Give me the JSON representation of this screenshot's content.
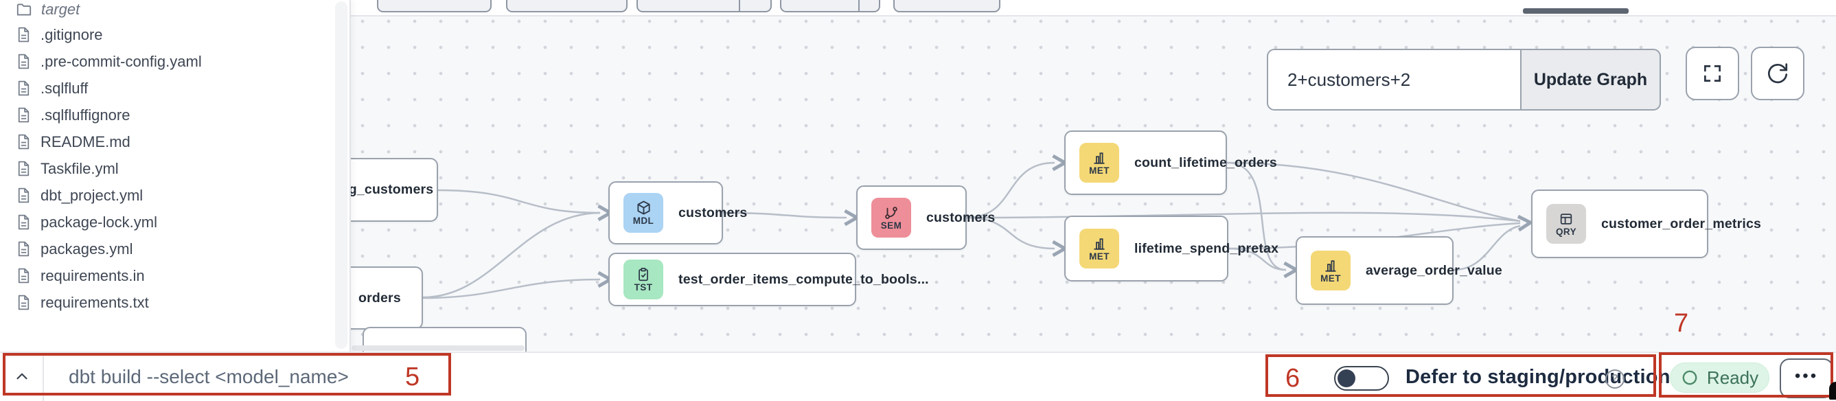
{
  "colors": {
    "annotation_red": "#bf3726",
    "canvas_bg": "#f7f8fa",
    "node_border": "#9aa2ad",
    "edge": "#b7bec8",
    "badge_mdl_bg": "#abd3f4",
    "badge_tst_bg": "#a7e7c1",
    "badge_sem_bg": "#ee8e98",
    "badge_met_bg": "#f4d876",
    "badge_qry_bg": "#d8d6d4",
    "ready_bg": "#def4e6",
    "ready_text": "#3c7258",
    "toggle_knob": "#344054"
  },
  "file_tree": {
    "items": [
      {
        "label": "target",
        "type": "folder",
        "icon": "folder-icon"
      },
      {
        "label": ".gitignore",
        "type": "file",
        "icon": "document-icon"
      },
      {
        "label": ".pre-commit-config.yaml",
        "type": "file",
        "icon": "document-icon"
      },
      {
        "label": ".sqlfluff",
        "type": "file",
        "icon": "document-icon"
      },
      {
        "label": ".sqlfluffignore",
        "type": "file",
        "icon": "document-icon"
      },
      {
        "label": "README.md",
        "type": "file",
        "icon": "document-icon"
      },
      {
        "label": "Taskfile.yml",
        "type": "file",
        "icon": "document-icon"
      },
      {
        "label": "dbt_project.yml",
        "type": "file",
        "icon": "document-icon"
      },
      {
        "label": "package-lock.yml",
        "type": "file",
        "icon": "document-icon"
      },
      {
        "label": "packages.yml",
        "type": "file",
        "icon": "document-icon"
      },
      {
        "label": "requirements.in",
        "type": "file",
        "icon": "document-icon"
      },
      {
        "label": "requirements.txt",
        "type": "file",
        "icon": "document-icon"
      }
    ]
  },
  "header": {
    "selector_value": "2+customers+2",
    "update_button_label": "Update Graph",
    "fullscreen_icon": "fullscreen-icon",
    "refresh_icon": "refresh-icon"
  },
  "graph": {
    "nodes": [
      {
        "label": "stg_customers",
        "badge": ""
      },
      {
        "label": "orders",
        "badge": ""
      },
      {
        "label": "customers",
        "badge": "MDL",
        "icon": "cube-icon",
        "color": "#abd3f4"
      },
      {
        "label": "test_order_items_compute_to_bools...",
        "badge": "TST",
        "icon": "clipboard-check-icon",
        "color": "#a7e7c1"
      },
      {
        "label": "customers",
        "badge": "SEM",
        "icon": "branch-nodes-icon",
        "color": "#ee8e98"
      },
      {
        "label": "count_lifetime_orders",
        "badge": "MET",
        "icon": "bar-chart-icon",
        "color": "#f4d876"
      },
      {
        "label": "lifetime_spend_pretax",
        "badge": "MET",
        "icon": "bar-chart-icon",
        "color": "#f4d876"
      },
      {
        "label": "average_order_value",
        "badge": "MET",
        "icon": "bar-chart-icon",
        "color": "#f4d876"
      },
      {
        "label": "customer_order_metrics",
        "badge": "QRY",
        "icon": "table-icon",
        "color": "#d8d6d4"
      }
    ]
  },
  "bottom_bar": {
    "command_text": "dbt build --select <model_name>",
    "defer_toggle": {
      "state": "off",
      "label": "Defer to staging/production"
    },
    "status": {
      "label": "Ready"
    },
    "more_label": "•••"
  },
  "annotations": {
    "box5": "5",
    "box6": "6",
    "box7": "7"
  }
}
